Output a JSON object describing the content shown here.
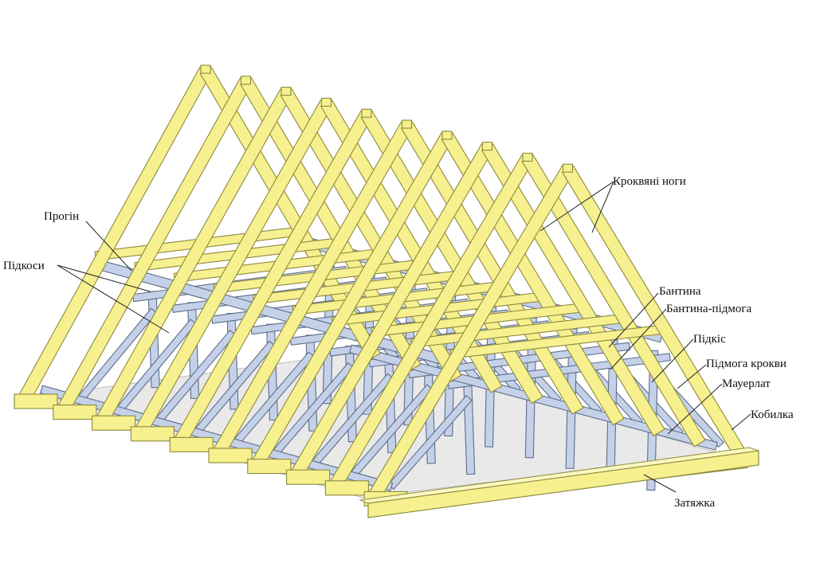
{
  "colors": {
    "rafter_fill": "#f6f08e",
    "rafter_stroke": "#8c8a3e",
    "brace_fill": "#c4d1e9",
    "brace_stroke": "#5f6d88",
    "floor_fill": "#e9e9e9",
    "leader": "#222222"
  },
  "labels": {
    "rafters": "Кроквяні ноги",
    "purlin": "Прогін",
    "struts": "Підкоси",
    "collar": "Бантина",
    "collar_support": "Бантина-підмога",
    "strut": "Підкіс",
    "rafter_support": "Підмога крокви",
    "wall_plate": "Мауерлат",
    "sprocket": "Кобилка",
    "tie_beam": "Затяжка"
  }
}
